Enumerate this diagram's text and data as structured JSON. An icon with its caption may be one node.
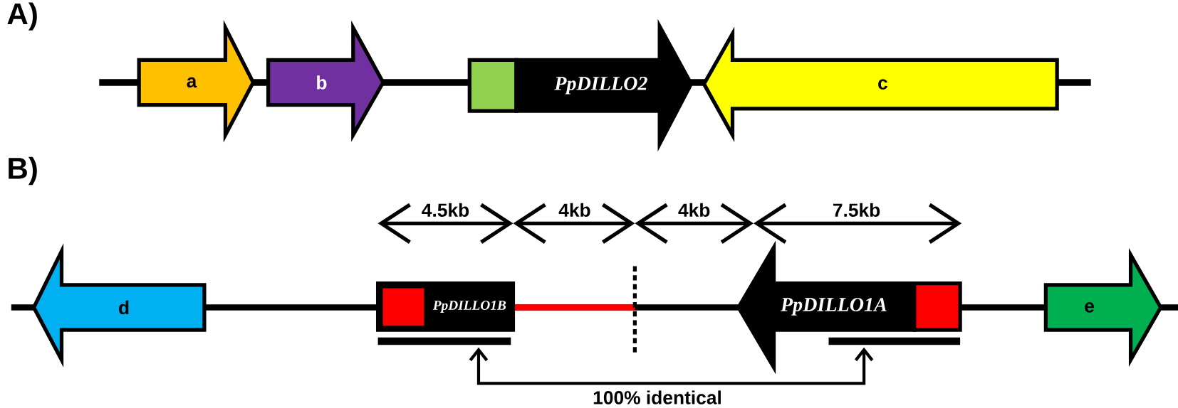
{
  "diagram": {
    "nodes": [
      {
        "text": [
          "a"
        ]
      },
      {
        "text": [
          "b"
        ]
      },
      {
        "text": [
          "PpDILLO2"
        ]
      },
      {
        "text": [
          "c"
        ]
      },
      {
        "text": [
          "d"
        ]
      },
      {
        "text": [
          "PpDILLO1B"
        ]
      },
      {
        "text": [
          "PpDILLO1A"
        ]
      },
      {
        "text": [
          "e"
        ]
      },
      {
        "text": [],
        "shape": "bar"
      },
      {
        "text": [],
        "shape": "bar"
      }
    ],
    "edges": [
      {
        "from": 8,
        "to": 9,
        "arrow": "both",
        "label": "100% identical"
      }
    ],
    "labels": [
      "A)",
      "B)",
      "4.5kb",
      "4kb",
      "4kb",
      "7.5kb"
    ]
  }
}
